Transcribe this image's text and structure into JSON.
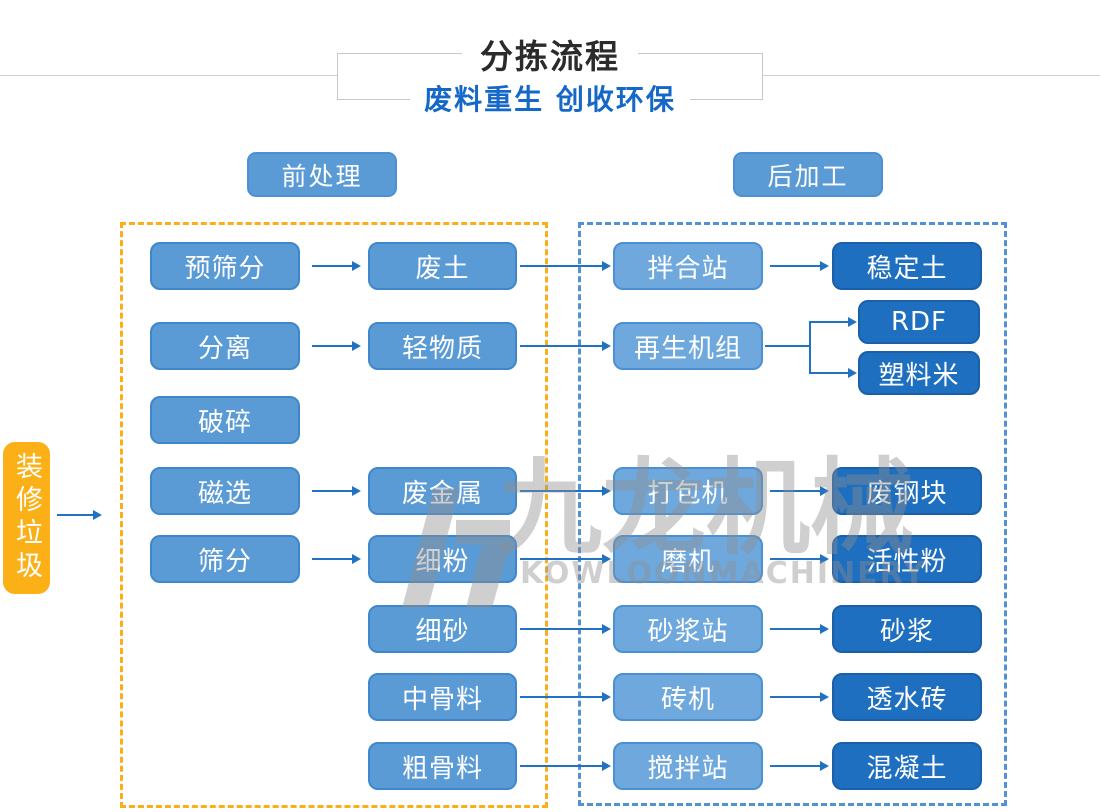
{
  "header": {
    "title": "分拣流程",
    "subtitle": "废料重生 创收环保"
  },
  "section_labels": {
    "pre": "前处理",
    "post": "后加工"
  },
  "source_label": "装修垃圾",
  "watermark": {
    "cn": "九龙机械",
    "en": "KOWLOONMACHINERY"
  },
  "colors": {
    "arrow_blue": "#2272c3",
    "node_medium": "#5b9bd5",
    "node_light": "#6fa8dc",
    "node_dark": "#1e6fbf",
    "dashed_yellow": "#fbae17",
    "dashed_blue": "#5291d3",
    "source_yellow": "#fbb017",
    "subtitle_blue": "#1568c8",
    "title_dark": "#2b2b2b"
  },
  "flow": {
    "col_pre_process": [
      "预筛分",
      "分离",
      "破碎",
      "磁选",
      "筛分"
    ],
    "col_materials": [
      "废土",
      "轻物质",
      "废金属",
      "细粉",
      "细砂",
      "中骨料",
      "粗骨料"
    ],
    "col_machines": [
      "拌合站",
      "再生机组",
      "打包机",
      "磨机",
      "砂浆站",
      "砖机",
      "搅拌站"
    ],
    "col_products": [
      "稳定土",
      "RDF",
      "塑料米",
      "废钢块",
      "活性粉",
      "砂浆",
      "透水砖",
      "混凝土"
    ]
  }
}
